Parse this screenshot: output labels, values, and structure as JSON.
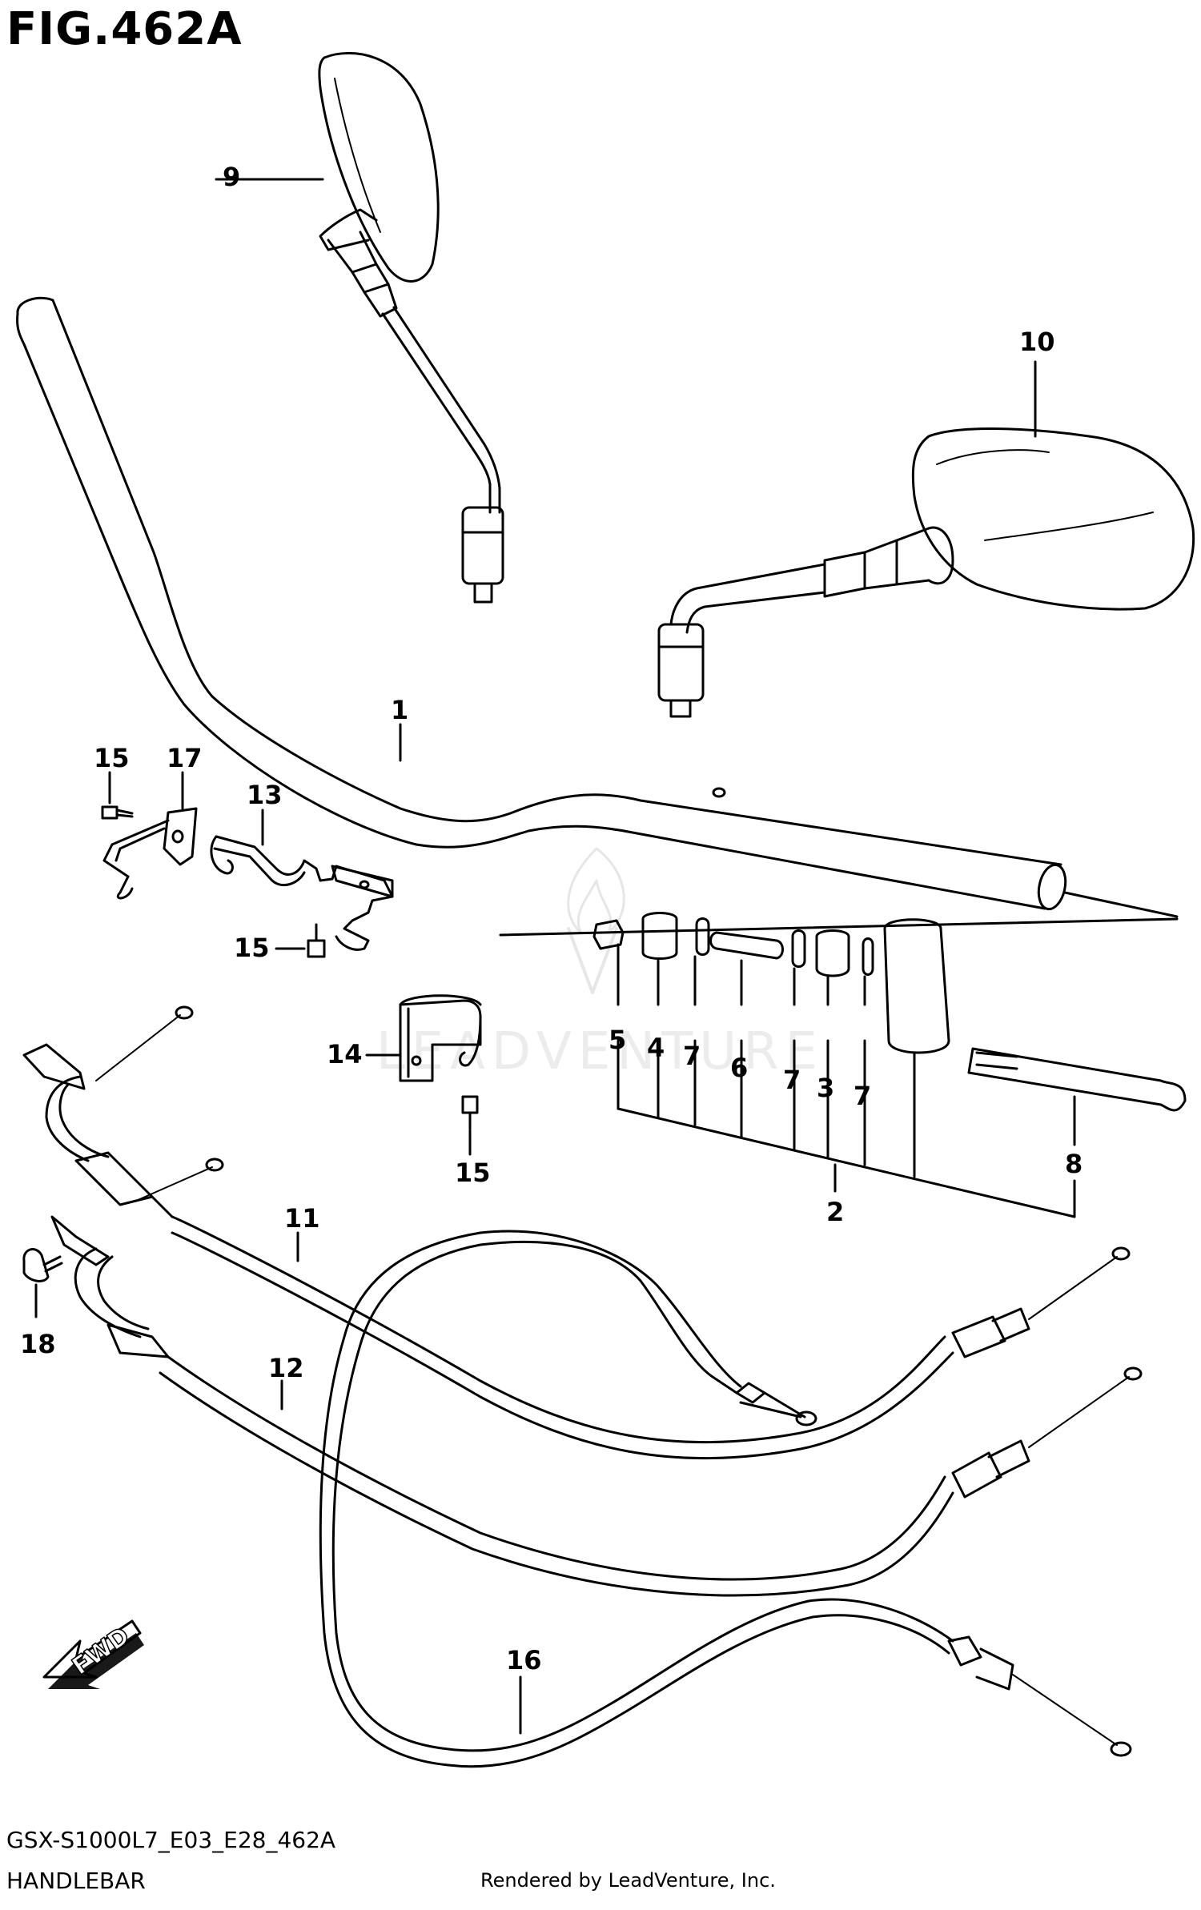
{
  "figure": {
    "title": "FIG.462A",
    "code": "GSX-S1000L7_E03_E28_462A",
    "name": "HANDLEBAR",
    "credit": "Rendered by LeadVenture, Inc."
  },
  "watermark": "LEADVENTURE",
  "direction_arrow": "FWD",
  "callouts": {
    "c1": "1",
    "c2": "2",
    "c3": "3",
    "c4": "4",
    "c5": "5",
    "c6": "6",
    "c7a": "7",
    "c7b": "7",
    "c7c": "7",
    "c8": "8",
    "c9": "9",
    "c10": "10",
    "c11": "11",
    "c12": "12",
    "c13": "13",
    "c14": "14",
    "c15a": "15",
    "c15b": "15",
    "c15c": "15",
    "c16": "16",
    "c17": "17",
    "c18": "18"
  }
}
